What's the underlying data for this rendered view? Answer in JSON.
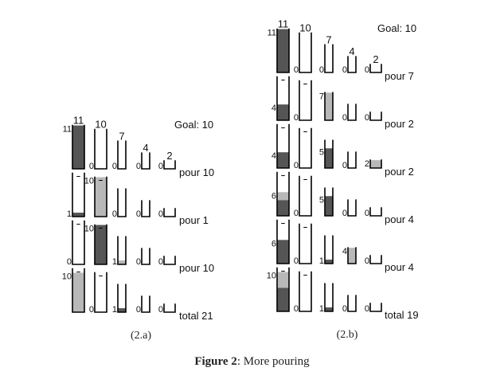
{
  "colors": {
    "dark": "#555555",
    "light": "#b8b8b8",
    "line": "#000000"
  },
  "figure_caption": {
    "label": "Figure 2",
    "text": ": More pouring"
  },
  "panels": [
    {
      "id": "a",
      "sublabel": "(2.a)",
      "goal": "Goal: 10",
      "capacities": [
        11,
        10,
        7,
        4,
        2
      ],
      "rows": [
        {
          "caption": "pour 10",
          "jugs": [
            {
              "dark": 11,
              "light": 0,
              "label": "11"
            },
            {
              "dark": 0,
              "light": 0,
              "label": "0"
            },
            {
              "dark": 0,
              "light": 0,
              "label": "0"
            },
            {
              "dark": 0,
              "light": 0,
              "label": "0"
            },
            {
              "dark": 0,
              "light": 0,
              "label": "0"
            }
          ]
        },
        {
          "caption": "pour 1",
          "jugs": [
            {
              "dark": 1,
              "light": 0,
              "label": "1"
            },
            {
              "dark": 0,
              "light": 10,
              "label": "10"
            },
            {
              "dark": 0,
              "light": 0,
              "label": "0"
            },
            {
              "dark": 0,
              "light": 0,
              "label": "0"
            },
            {
              "dark": 0,
              "light": 0,
              "label": "0"
            }
          ]
        },
        {
          "caption": "pour 10",
          "jugs": [
            {
              "dark": 0,
              "light": 0,
              "label": "0"
            },
            {
              "dark": 10,
              "light": 0,
              "label": "10"
            },
            {
              "dark": 0,
              "light": 1,
              "label": "1"
            },
            {
              "dark": 0,
              "light": 0,
              "label": "0"
            },
            {
              "dark": 0,
              "light": 0,
              "label": "0"
            }
          ]
        },
        {
          "caption": "total 21",
          "jugs": [
            {
              "dark": 0,
              "light": 10,
              "label": "10"
            },
            {
              "dark": 0,
              "light": 0,
              "label": "0"
            },
            {
              "dark": 1,
              "light": 0,
              "label": "1"
            },
            {
              "dark": 0,
              "light": 0,
              "label": "0"
            },
            {
              "dark": 0,
              "light": 0,
              "label": "0"
            }
          ]
        }
      ]
    },
    {
      "id": "b",
      "sublabel": "(2.b)",
      "goal": "Goal: 10",
      "capacities": [
        11,
        10,
        7,
        4,
        2
      ],
      "rows": [
        {
          "caption": "pour 7",
          "jugs": [
            {
              "dark": 11,
              "light": 0,
              "label": "11"
            },
            {
              "dark": 0,
              "light": 0,
              "label": "0"
            },
            {
              "dark": 0,
              "light": 0,
              "label": "0"
            },
            {
              "dark": 0,
              "light": 0,
              "label": "0"
            },
            {
              "dark": 0,
              "light": 0,
              "label": "0"
            }
          ]
        },
        {
          "caption": "pour 2",
          "jugs": [
            {
              "dark": 4,
              "light": 0,
              "label": "4"
            },
            {
              "dark": 0,
              "light": 0,
              "label": "0"
            },
            {
              "dark": 0,
              "light": 7,
              "label": "7"
            },
            {
              "dark": 0,
              "light": 0,
              "label": "0"
            },
            {
              "dark": 0,
              "light": 0,
              "label": "0"
            }
          ]
        },
        {
          "caption": "pour 2",
          "jugs": [
            {
              "dark": 4,
              "light": 0,
              "label": "4"
            },
            {
              "dark": 0,
              "light": 0,
              "label": "0"
            },
            {
              "dark": 5,
              "light": 0,
              "label": "5"
            },
            {
              "dark": 0,
              "light": 0,
              "label": "0"
            },
            {
              "dark": 0,
              "light": 2,
              "label": "2"
            }
          ]
        },
        {
          "caption": "pour 4",
          "jugs": [
            {
              "dark": 4,
              "light": 2,
              "label": "6"
            },
            {
              "dark": 0,
              "light": 0,
              "label": "0"
            },
            {
              "dark": 5,
              "light": 0,
              "label": "5"
            },
            {
              "dark": 0,
              "light": 0,
              "label": "0"
            },
            {
              "dark": 0,
              "light": 0,
              "label": "0"
            }
          ]
        },
        {
          "caption": "pour 4",
          "jugs": [
            {
              "dark": 6,
              "light": 0,
              "label": "6"
            },
            {
              "dark": 0,
              "light": 0,
              "label": "0"
            },
            {
              "dark": 1,
              "light": 0,
              "label": "1"
            },
            {
              "dark": 0,
              "light": 4,
              "label": "4"
            },
            {
              "dark": 0,
              "light": 0,
              "label": "0"
            }
          ]
        },
        {
          "caption": "total 19",
          "jugs": [
            {
              "dark": 6,
              "light": 4,
              "label": "10"
            },
            {
              "dark": 0,
              "light": 0,
              "label": "0"
            },
            {
              "dark": 1,
              "light": 0,
              "label": "1"
            },
            {
              "dark": 0,
              "light": 0,
              "label": "0"
            },
            {
              "dark": 0,
              "light": 0,
              "label": "0"
            }
          ]
        }
      ]
    }
  ]
}
